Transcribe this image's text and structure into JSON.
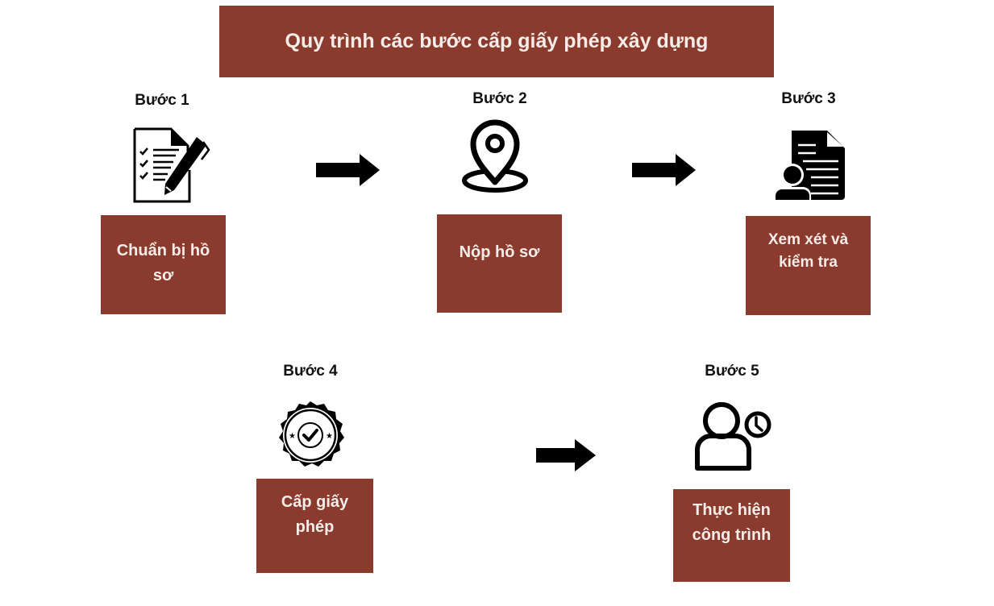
{
  "title": "Quy trình các bước cấp giấy phép xây dựng",
  "colors": {
    "accent": "#8b3a2e",
    "box_text": "#f6ece8",
    "icon": "#000000"
  },
  "steps": [
    {
      "label": "Bước 1",
      "text": "Chuẩn bị hồ sơ",
      "icon": "checklist-pen-icon"
    },
    {
      "label": "Bước 2",
      "text": "Nộp hồ sơ",
      "icon": "map-pin-icon"
    },
    {
      "label": "Bước 3",
      "text": "Xem xét và kiểm tra",
      "icon": "document-user-icon"
    },
    {
      "label": "Bước 4",
      "text": "Cấp giấy phép",
      "icon": "certificate-badge-icon"
    },
    {
      "label": "Bước 5",
      "text": "Thực hiện công trình",
      "icon": "user-clock-icon"
    }
  ],
  "arrows": [
    {
      "from": "Bước 1",
      "to": "Bước 2",
      "icon": "arrow-right-icon"
    },
    {
      "from": "Bước 2",
      "to": "Bước 3",
      "icon": "arrow-right-icon"
    },
    {
      "from": "Bước 4",
      "to": "Bước 5",
      "icon": "arrow-right-icon"
    }
  ]
}
